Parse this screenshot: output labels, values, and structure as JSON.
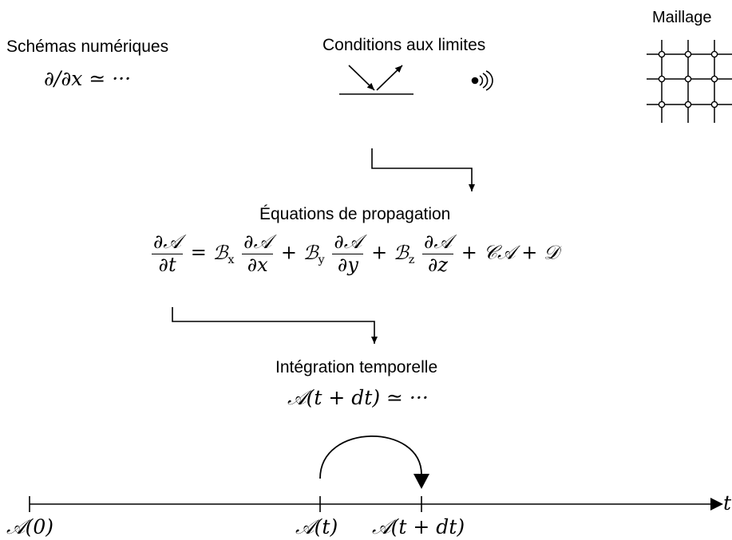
{
  "labels": {
    "schemas": "Schémas numériques",
    "conditions": "Conditions aux limites",
    "maillage": "Maillage",
    "equations": "Équations de propagation",
    "integration": "Intégration temporelle"
  },
  "math": {
    "schemas_expr": "∂/∂x ≃ ···",
    "integration_expr": "𝒜(t + dt) ≃ ···",
    "equation": {
      "lhs_num": "∂𝒜",
      "lhs_den": "∂t",
      "terms": [
        {
          "coef": "ℬ",
          "sub": "x",
          "num": "∂𝒜",
          "den": "∂x"
        },
        {
          "coef": "ℬ",
          "sub": "y",
          "num": "∂𝒜",
          "den": "∂y"
        },
        {
          "coef": "ℬ",
          "sub": "z",
          "num": "∂𝒜",
          "den": "∂z"
        }
      ],
      "tail": "+ 𝒞𝒜 + 𝒟"
    }
  },
  "timeline": {
    "axis_label": "t",
    "ticks": [
      "𝒜(0)",
      "𝒜(t)",
      "𝒜(t + dt)"
    ]
  }
}
